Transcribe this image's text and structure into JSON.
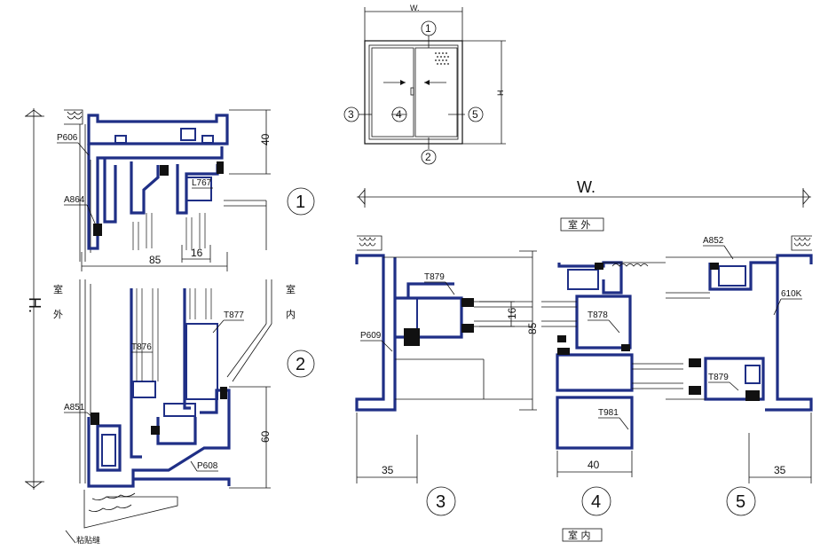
{
  "labels": {
    "elev_width": "W.",
    "elev_height": "H",
    "plan_width": "W.",
    "vert_height": "H.",
    "exterior": "室 外",
    "interior": "室 内",
    "ext_v1": "室",
    "ext_v2": "外",
    "int_v1": "室",
    "int_v2": "内",
    "bottom_note": "粘贴缝"
  },
  "parts": {
    "p606": "P606",
    "a864": "A864",
    "l767": "L767",
    "t877": "T877",
    "t876": "T876",
    "a851": "A851",
    "p608": "P608",
    "t879_left": "T879",
    "p609": "P609",
    "t878": "T878",
    "t981": "T981",
    "a852": "A852",
    "k610": "610K",
    "t879_right": "T879"
  },
  "dims": {
    "d40_top": "40",
    "d85_vert": "85",
    "d16_vert": "16",
    "d60": "60",
    "d16_plan": "16",
    "d85_plan": "85",
    "d35_left": "35",
    "d40_plan": "40",
    "d35_right": "35"
  },
  "markers": {
    "m1": "1",
    "m2": "2",
    "m3": "3",
    "m4": "4",
    "m5": "5"
  }
}
